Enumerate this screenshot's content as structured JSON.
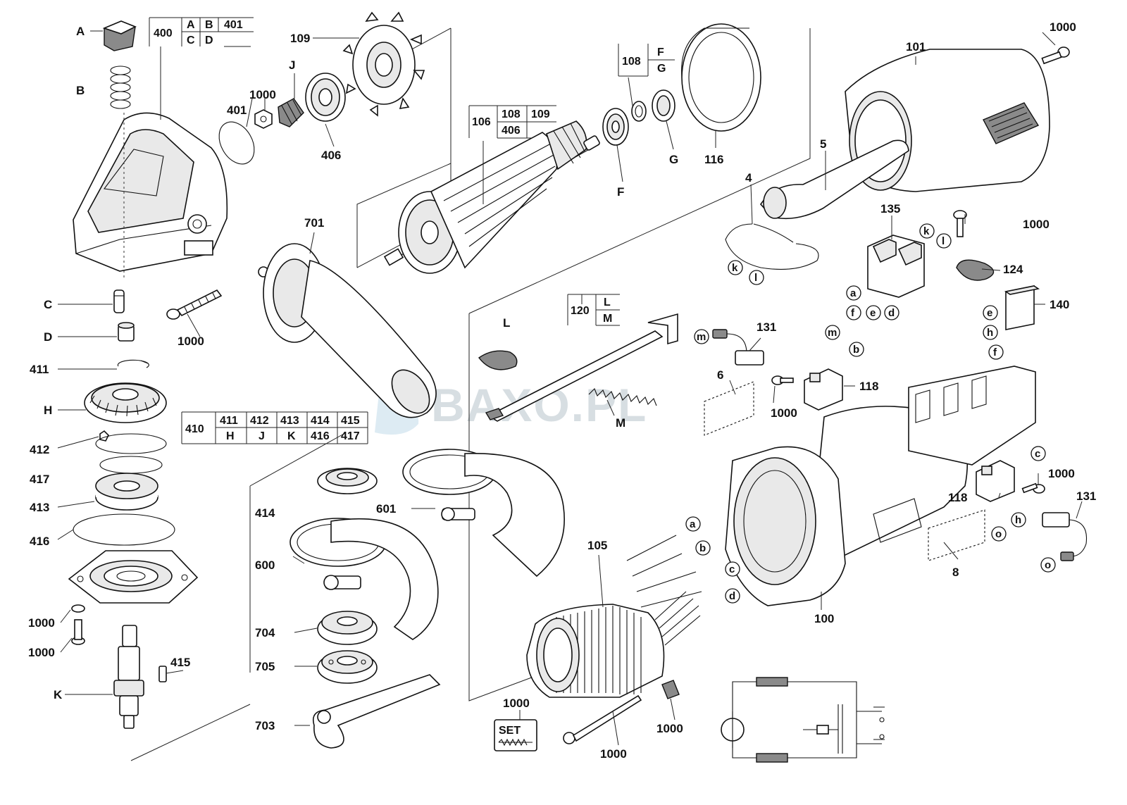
{
  "watermark": "BAXO.PL",
  "tables": {
    "t400": {
      "id": "400",
      "cells": [
        "A",
        "B",
        "401",
        "C",
        "D",
        ""
      ]
    },
    "t106": {
      "id": "106",
      "cells": [
        "108",
        "109",
        "406",
        ""
      ]
    },
    "t108": {
      "id": "108",
      "cells": [
        "F",
        "G"
      ]
    },
    "t120": {
      "id": "120",
      "cells": [
        "L",
        "M"
      ]
    },
    "t410": {
      "id": "410",
      "cells": [
        "411",
        "412",
        "413",
        "414",
        "415",
        "H",
        "J",
        "K",
        "416",
        "417"
      ]
    }
  },
  "set_label": "SET",
  "labels": {
    "A": "A",
    "B": "B",
    "C": "C",
    "D": "D",
    "H": "H",
    "K": "K",
    "J": "J",
    "F": "F",
    "G": "G",
    "L": "L",
    "M": "M",
    "p109": "109",
    "p1000_nut": "1000",
    "p401": "401",
    "p406": "406",
    "p108": "108",
    "p116": "116",
    "p101": "101",
    "p1000_top": "1000",
    "p5": "5",
    "p4": "4",
    "p135": "135",
    "p1000_screw2": "1000",
    "p124": "124",
    "p140": "140",
    "p701": "701",
    "p1000_handle": "1000",
    "p411": "411",
    "p412": "412",
    "p417": "417",
    "p413": "413",
    "p416": "416",
    "p1000_washer": "1000",
    "p1000_bolt": "1000",
    "p415": "415",
    "p414": "414",
    "p600": "600",
    "p601": "601",
    "p704": "704",
    "p705": "705",
    "p703": "703",
    "p131_top": "131",
    "p6": "6",
    "p1000_mid": "1000",
    "p118_top": "118",
    "p118_right": "118",
    "p1000_right": "1000",
    "p131_right": "131",
    "p8": "8",
    "p100": "100",
    "p105": "105",
    "p1000_set": "1000",
    "p1000_longscrew": "1000",
    "p1000_clip": "1000"
  },
  "connectors": {
    "k1": "k",
    "l1": "l",
    "k2": "k",
    "l2": "l",
    "a1": "a",
    "f1": "f",
    "e1": "e",
    "d1": "d",
    "e2": "e",
    "h2": "h",
    "f2": "f",
    "m1": "m",
    "m2": "m",
    "b1": "b",
    "c2": "c",
    "o2": "o",
    "h3": "h",
    "o3": "o",
    "a3": "a",
    "b3": "b",
    "c3": "c",
    "d3": "d"
  }
}
